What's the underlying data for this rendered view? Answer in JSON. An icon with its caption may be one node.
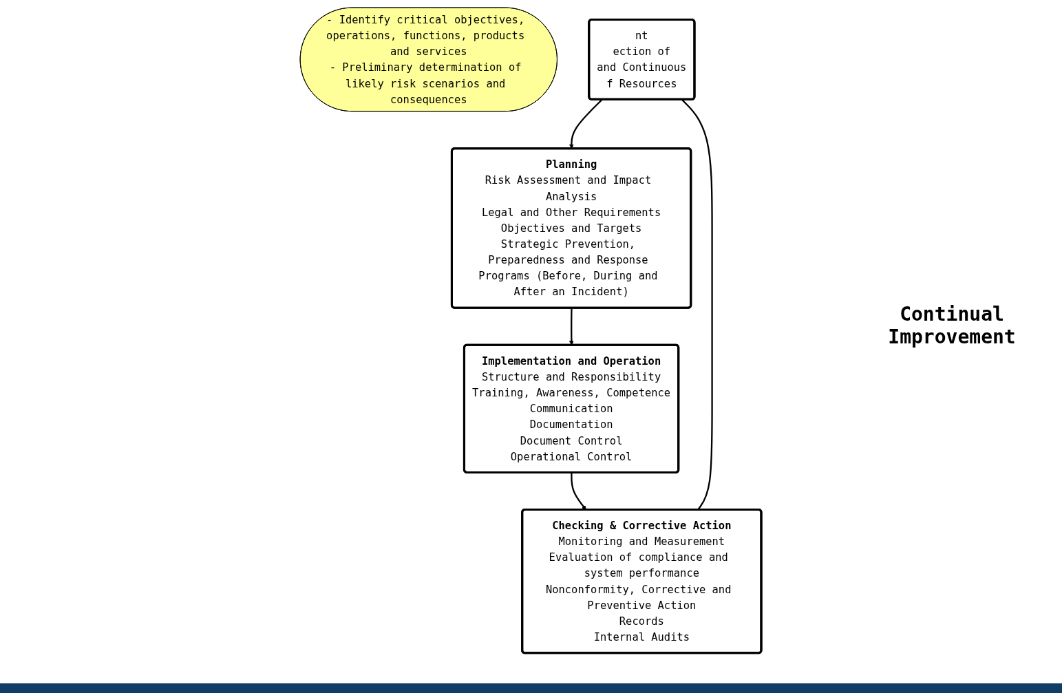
{
  "diagram": {
    "nodes": [
      {
        "text": [
          "- Identify critical objectives, operations, functions, products and services",
          "- Preliminary determination of likely risk scenarios and consequences"
        ]
      },
      {
        "text": [
          "nt",
          "ection of",
          "and Continuous",
          "f Resources"
        ]
      },
      {
        "text": [
          "Planning",
          "Risk Assessment and Impact Analysis",
          "Legal and Other Requirements",
          "Objectives and Targets",
          "Strategic Prevention, Preparedness and Response Programs (Before, During and After an Incident)"
        ]
      },
      {
        "text": [
          "Implementation and Operation",
          "Structure and Responsibility",
          "Training, Awareness, Competence",
          "Communication",
          "Documentation",
          "Document Control",
          "Operational Control"
        ]
      },
      {
        "text": [
          "Checking & Corrective Action",
          "Monitoring and Measurement",
          "Evaluation of compliance and system performance",
          "Nonconformity, Corrective and Preventive Action",
          "Records",
          "Internal Audits"
        ]
      }
    ],
    "edges": [
      {
        "from": 1,
        "to": 2,
        "arrow": "to"
      },
      {
        "from": 2,
        "to": 3,
        "arrow": "to"
      },
      {
        "from": 3,
        "to": 4,
        "arrow": "to"
      },
      {
        "from": 4,
        "to": 1,
        "arrow": "none"
      }
    ],
    "labels": [
      "Continual Improvement"
    ]
  }
}
